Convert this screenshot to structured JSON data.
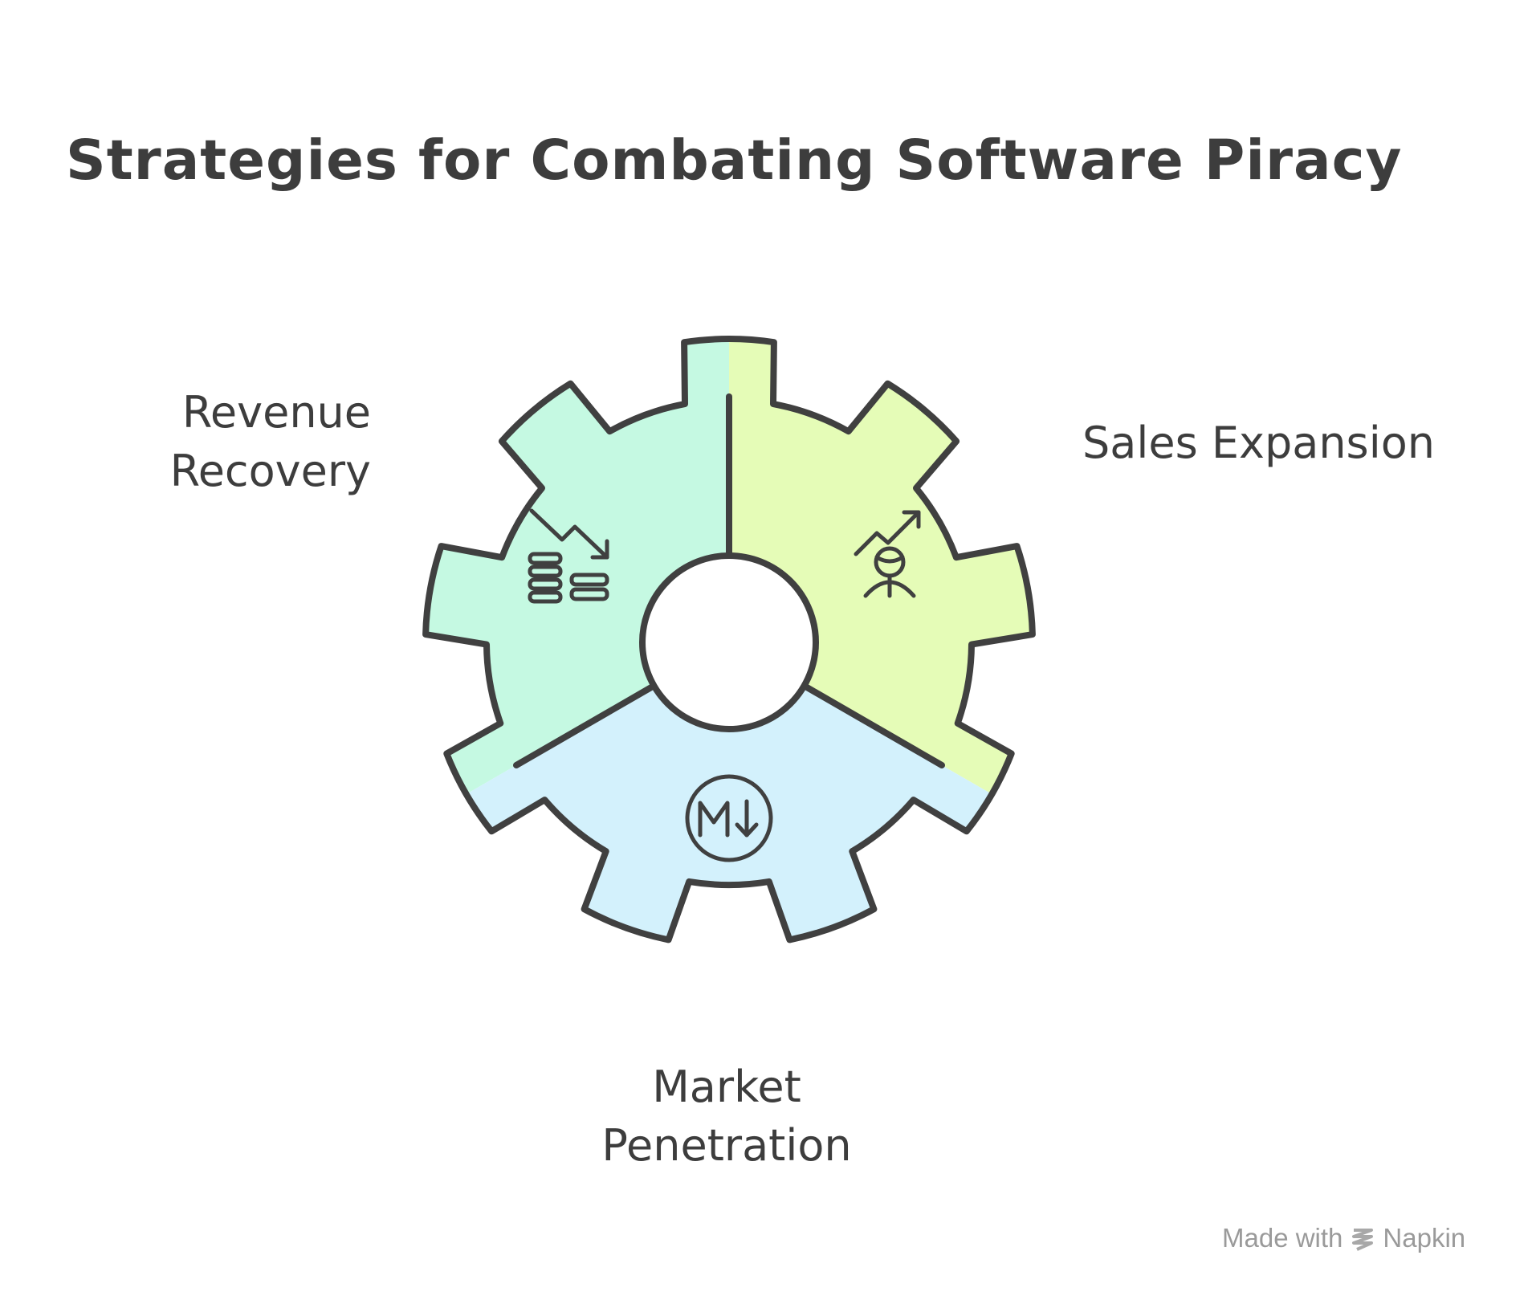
{
  "title": "Strategies for Combating Software Piracy",
  "segments": [
    {
      "label_line1": "Revenue",
      "label_line2": "Recovery",
      "icon": "declining-coins-icon",
      "color": "#c5f9e2"
    },
    {
      "label_line1": "Sales Expansion",
      "icon": "growth-person-icon",
      "color": "#e5fcb7"
    },
    {
      "label_line1": "Market",
      "label_line2": "Penetration",
      "icon": "markdown-down-icon",
      "color": "#d3f1fc"
    }
  ],
  "colors": {
    "outline": "#404040",
    "text": "#3d3d3d",
    "footer_text": "#9a9a9a"
  },
  "footer": {
    "made_with": "Made with",
    "brand": "Napkin"
  }
}
